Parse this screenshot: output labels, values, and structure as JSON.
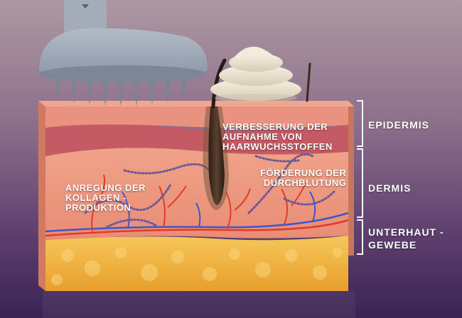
{
  "annotations": {
    "absorption": [
      "VERBESSERUNG DER",
      "AUFNAHME VON",
      "HAARWUCHSSTOFFEN"
    ],
    "collagen": [
      "ANREGUNG DER",
      "KOLLAGEN -",
      "PRODUKTION"
    ],
    "circulation": [
      "FÖRDERUNG DER",
      "DURCHBLUTUNG"
    ]
  },
  "layers": {
    "epidermis": "EPIDERMIS",
    "dermis": "DERMIS",
    "subcutis": [
      "UNTERHAUT -",
      "GEWEBE"
    ]
  },
  "colors": {
    "epidermis": "#e9927f",
    "dermis_band": "#c45a63",
    "dermis": "#ee9a82",
    "fat": "#f1b53c",
    "vein": "#3f57c9",
    "artery": "#e23b2a",
    "fiber": "#6d5a9a",
    "device": "#9aa3b2",
    "light": "#e9f2ff",
    "cream": "#ece3d0"
  },
  "icons": [
    "scalp-massager-icon",
    "hair-follicle-icon",
    "cream-icon"
  ]
}
